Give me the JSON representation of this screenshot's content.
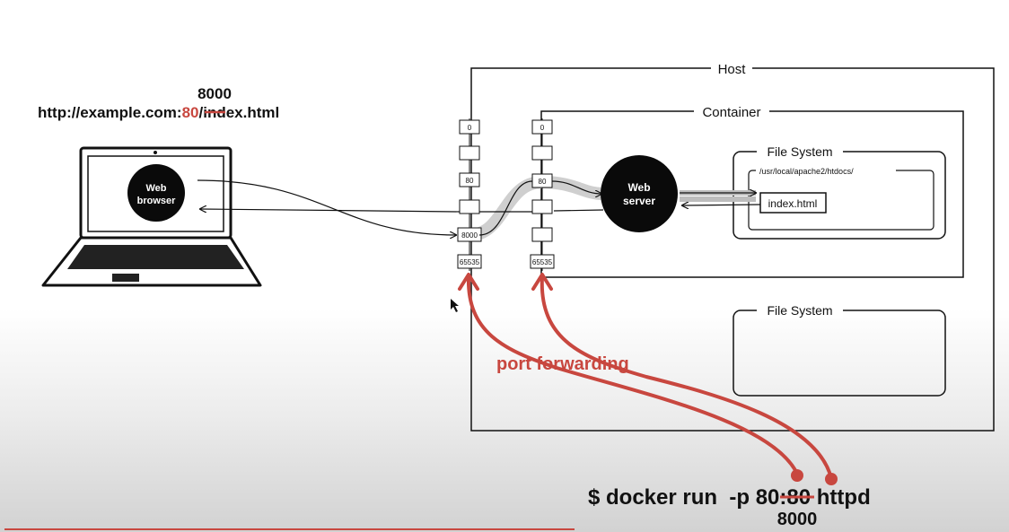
{
  "url": {
    "replacement_port": "8000",
    "prefix": "http://example.com:",
    "struck_port": "80",
    "suffix": "/index.html"
  },
  "host": {
    "label": "Host"
  },
  "container": {
    "label": "Container"
  },
  "container_fs": {
    "label": "File System",
    "path": "/usr/local/apache2/htdocs/",
    "file": "index.html"
  },
  "host_fs": {
    "label": "File System"
  },
  "browser": {
    "line1": "Web",
    "line2": "browser"
  },
  "server": {
    "line1": "Web",
    "line2": "server"
  },
  "host_ports": {
    "p0": "0",
    "p80": "80",
    "p8000": "8000",
    "p65535": "65535"
  },
  "container_ports": {
    "p0": "0",
    "p80": "80",
    "p65535": "65535"
  },
  "annotation": {
    "port_forwarding": "port forwarding"
  },
  "command": {
    "prefix": "$ docker run  -p ",
    "struck_host_port": "80",
    "suffix": ":80 httpd",
    "replacement_port": "8000"
  },
  "colors": {
    "accent": "#c8473f",
    "ink": "#111111",
    "highlight": "#cccccc"
  }
}
